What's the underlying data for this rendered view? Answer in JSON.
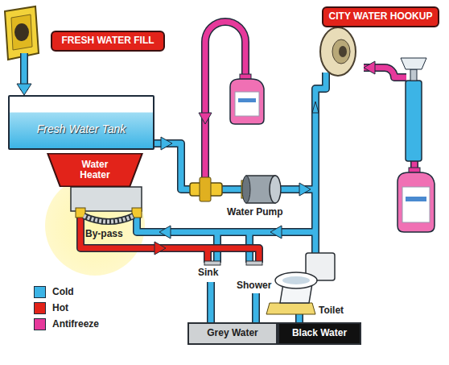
{
  "diagram": {
    "nodes": [
      {
        "text": [
          "FRESH WATER FILL"
        ]
      },
      {
        "text": [
          "CITY WATER HOOKUP"
        ]
      },
      {
        "text": [
          "Fresh Water Tank"
        ]
      },
      {
        "text": [
          "Water Heater"
        ]
      },
      {
        "text": [
          "Grey Water"
        ]
      },
      {
        "text": [
          "Black Water"
        ]
      }
    ],
    "labels": [
      "By-pass",
      "Water Pump",
      "Sink",
      "Shower",
      "Toilet"
    ],
    "legend": [
      {
        "text": "Cold",
        "color": "#3cb4e6"
      },
      {
        "text": "Hot",
        "color": "#e2231a"
      },
      {
        "text": "Antifreeze",
        "color": "#e6399b"
      }
    ]
  }
}
